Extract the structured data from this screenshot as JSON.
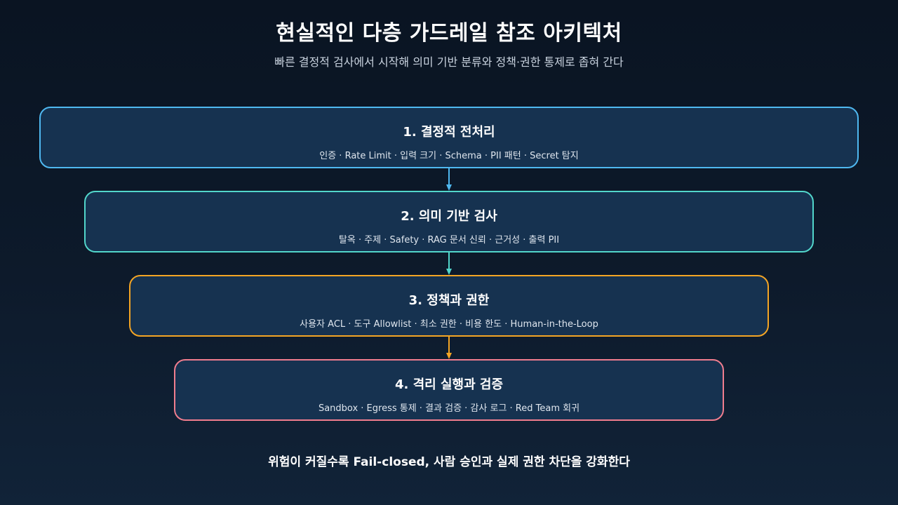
{
  "title": "현실적인 다층 가드레일 참조 아키텍처",
  "subtitle": "빠른 결정적 검사에서 시작해 의미 기반 분류와 정책·권한 통제로 좁혀 간다",
  "stages": [
    {
      "title": "1. 결정적 전처리",
      "desc": "인증 · Rate Limit · 입력 크기 · Schema · PII 패턴 · Secret 탐지",
      "color": "#4fb8f0"
    },
    {
      "title": "2. 의미 기반 검사",
      "desc": "탈옥 · 주제 · Safety · RAG 문서 신뢰 · 근거성 · 출력 PII",
      "color": "#52d6cb"
    },
    {
      "title": "3. 정책과 권한",
      "desc": "사용자 ACL · 도구 Allowlist · 최소 권한 · 비용 한도 · Human-in-the-Loop",
      "color": "#f4a524"
    },
    {
      "title": "4. 격리 실행과 검증",
      "desc": "Sandbox · Egress 통제 · 결과 검증 · 감사 로그 · Red Team 회귀",
      "color": "#f07d8e"
    }
  ],
  "footer": "위험이 커질수록 Fail-closed, 사람 승인과 실제 권한 차단을 강화한다",
  "arrow_colors": [
    "#4fb8f0",
    "#52d6cb",
    "#f4a524"
  ]
}
